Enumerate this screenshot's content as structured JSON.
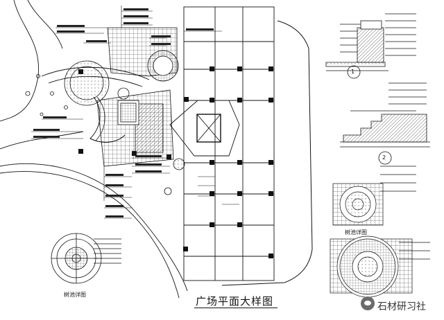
{
  "drawing": {
    "title": "广场平面大样图"
  },
  "details": {
    "circle_1": "1",
    "circle_2": "2"
  },
  "captions": {
    "detail_a": "树池详图",
    "detail_b": "树池详图"
  },
  "watermark": {
    "text": "石材研习社",
    "icon": "wechat-logo-icon"
  },
  "colors": {
    "line": "#111111",
    "paper": "#ffffff"
  }
}
